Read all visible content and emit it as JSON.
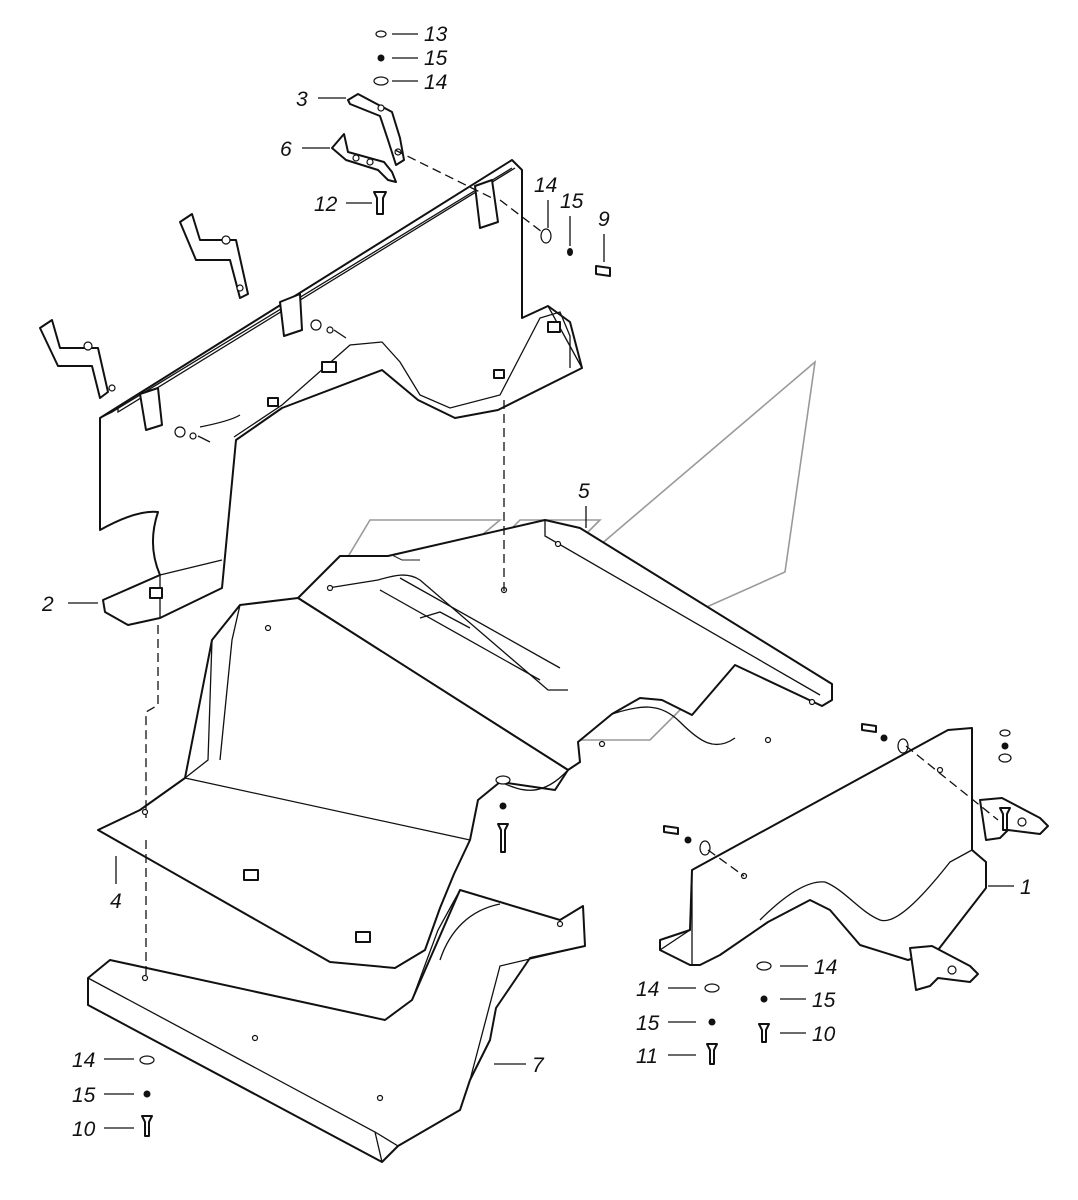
{
  "diagram": {
    "callouts": {
      "c13_top": "13",
      "c15_top": "15",
      "c14_top": "14",
      "c3": "3",
      "c6": "6",
      "c12": "12",
      "c14_mid": "14",
      "c15_mid": "15",
      "c9": "9",
      "c5": "5",
      "c2": "2",
      "c1": "1",
      "c4": "4",
      "c14_right_a": "14",
      "c14_right_b": "14",
      "c15_right_a": "15",
      "c15_right_b": "15",
      "c10_right": "10",
      "c11": "11",
      "c7": "7",
      "c14_left": "14",
      "c15_left": "15",
      "c10_left": "10"
    }
  }
}
